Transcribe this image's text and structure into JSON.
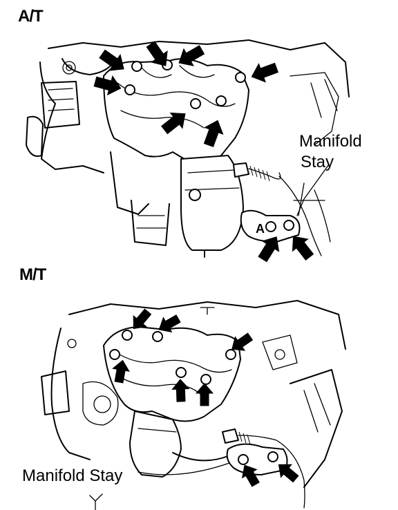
{
  "diagram": {
    "sections": [
      {
        "heading": "A/T",
        "callouts": [
          "Manifold",
          "Stay",
          "A"
        ]
      },
      {
        "heading": "M/T",
        "callouts": [
          "Manifold Stay"
        ]
      }
    ]
  }
}
